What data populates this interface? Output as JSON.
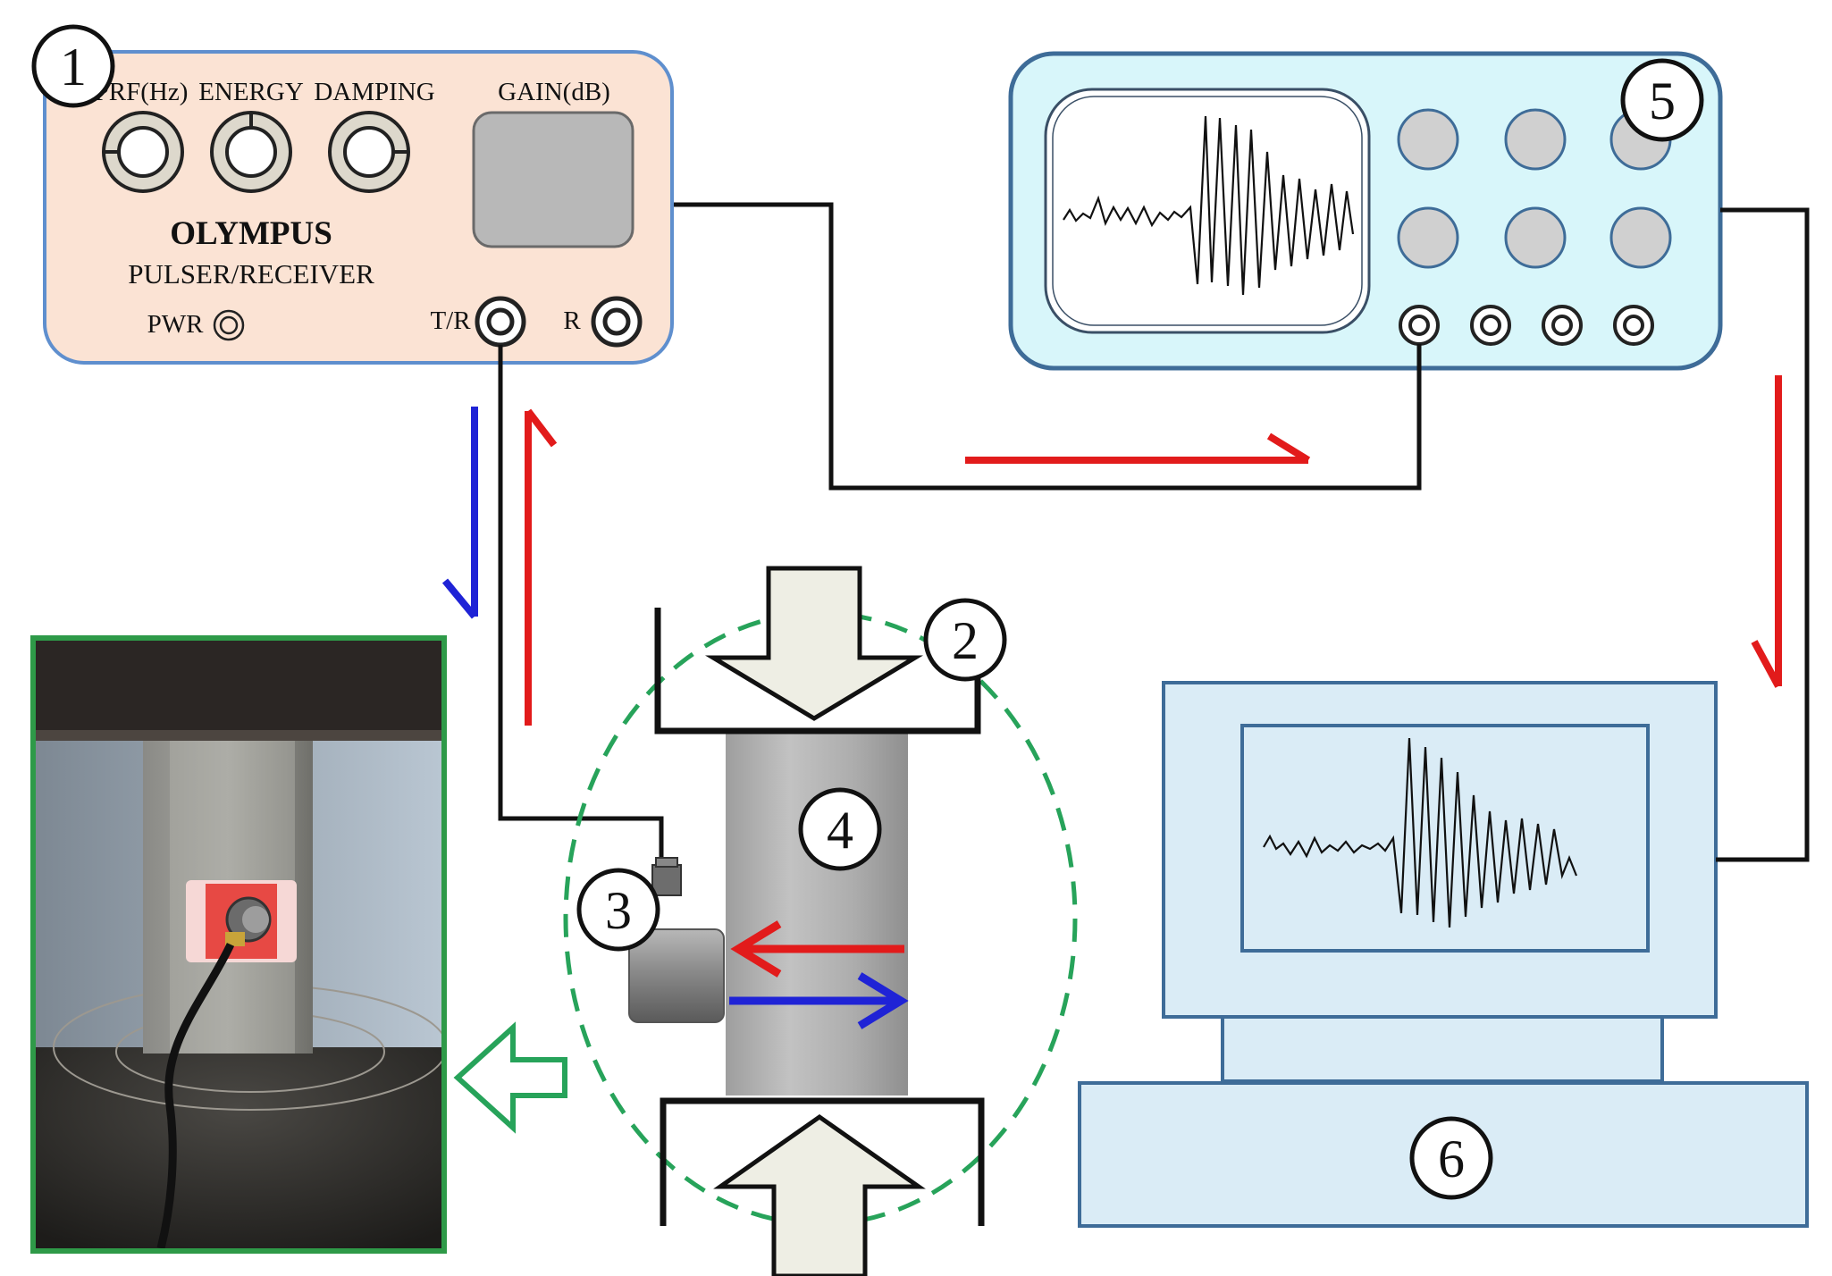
{
  "pulser": {
    "brand": "OLYMPUS",
    "subtitle": "PULSER/RECEIVER",
    "knobs": [
      "PRF(Hz)",
      "ENERGY",
      "DAMPING"
    ],
    "gain": "GAIN(dB)",
    "pwr": "PWR",
    "tr": "T/R",
    "r": "R"
  },
  "callouts": [
    "1",
    "2",
    "3",
    "4",
    "5",
    "6"
  ],
  "colors": {
    "pulser_fill": "#fbe3d4",
    "pulser_border": "#5f8fce",
    "scope_fill": "#d8f6fa",
    "scope_border": "#3e6c98",
    "pc_fill": "#daecf6",
    "pc_border": "#3e6c98",
    "signal_red": "#e21b1b",
    "signal_blue": "#1f23d6",
    "dashed_green": "#27a35a",
    "photo_border": "#2e9a48"
  }
}
